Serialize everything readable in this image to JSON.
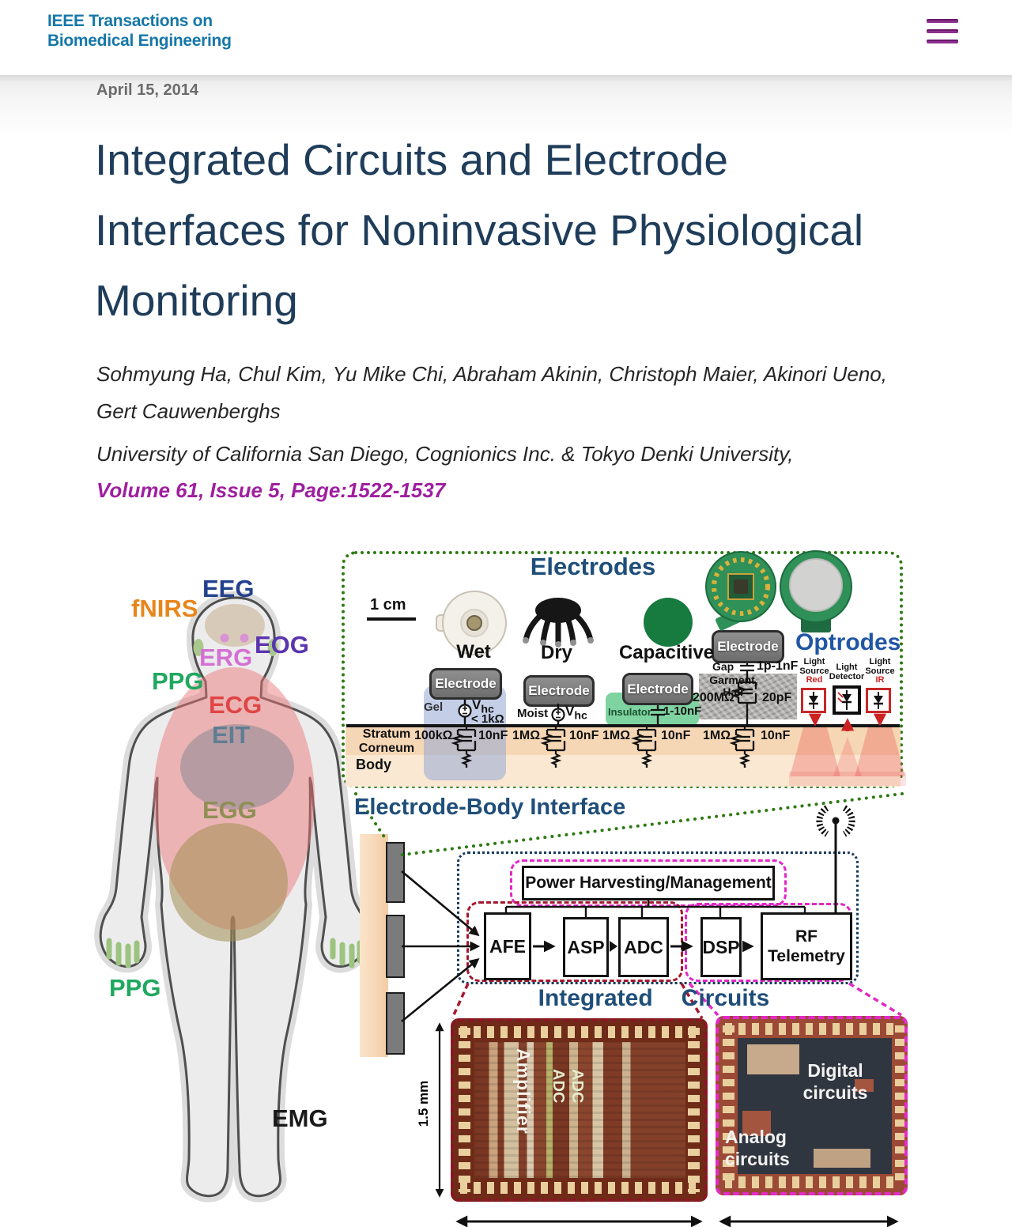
{
  "header": {
    "journal_line1": "IEEE Transactions on",
    "journal_line2": "Biomedical Engineering",
    "menu_icon": "hamburger-icon"
  },
  "article": {
    "date": "April 15, 2014",
    "title": "Integrated Circuits and Electrode Interfaces for Noninvasive Physiological Monitoring",
    "authors": "Sohmyung Ha, Chul Kim, Yu Mike Chi, Abraham Akinin, Christoph Maier, Akinori Ueno, Gert Cauwenberghs",
    "affiliation": "University of California San Diego, Cognionics Inc. & Tokyo Denki University,",
    "volume": "Volume 61, Issue 5, Page:1522-1537"
  },
  "figure": {
    "body_labels": {
      "eeg": "EEG",
      "fnirs": "fNIRS",
      "eog": "EOG",
      "erg": "ERG",
      "ppg_ear": "PPG",
      "ecg": "ECG",
      "eit": "EIT",
      "egg": "EGG",
      "ppg_hand": "PPG",
      "emg": "EMG"
    },
    "panel": {
      "title": "Electrodes",
      "scale": "1 cm",
      "wet": "Wet",
      "dry": "Dry",
      "capacitive": "Capacitive",
      "optrodes": "Optrodes",
      "electrode_box": "Electrode",
      "wet_col": {
        "region": "Gel",
        "v": "V",
        "v_sub": "hc",
        "imp": "< 1kΩ",
        "r": "100kΩ",
        "c": "10nF"
      },
      "dry_col": {
        "region": "Moist",
        "v": "V",
        "v_sub": "hc",
        "r": "1MΩ",
        "c": "10nF"
      },
      "cap_col": {
        "region": "Insulator",
        "cval": "1-10nF",
        "r": "1MΩ",
        "c": "10nF"
      },
      "nce_col": {
        "gap": "Gap",
        "gap_val": "1p-1nF",
        "region": "Garment, Hair",
        "r": "200MΩ",
        "c2": "20pF",
        "r2": "1MΩ",
        "c": "10nF"
      },
      "optrode_labels": {
        "l1a": "Light",
        "l1b": "Source",
        "l1c": "Red",
        "l2a": "Light",
        "l2b": "Detector",
        "l3a": "Light",
        "l3b": "Source",
        "l3c": "IR"
      },
      "layers": {
        "stratum1": "Stratum",
        "stratum2": "Corneum",
        "body": "Body"
      }
    },
    "interface_label": "Electrode-Body Interface",
    "diagram": {
      "power": "Power Harvesting/Management",
      "afe": "AFE",
      "asp": "ASP",
      "adc": "ADC",
      "dsp": "DSP",
      "rf1": "RF",
      "rf2": "Telemetry",
      "ic1": "Integrated",
      "ic2": "Circuits"
    },
    "chips": {
      "dim": "1.5 mm",
      "amplifier": "Amplifier",
      "adc_a": "ADC",
      "adc_b": "ADC",
      "digital": "Digital circuits",
      "analog": "Analog circuits"
    }
  },
  "colors": {
    "brand_teal": "#1577a8",
    "menu_purple": "#8d2f8d",
    "heading_navy": "#1f3d5a",
    "volume_purple": "#9f1f9f",
    "panel_green": "#2f7a14",
    "figure_blue": "#1f4e79",
    "magenta": "#e228c8",
    "dark_red": "#a5182e"
  }
}
